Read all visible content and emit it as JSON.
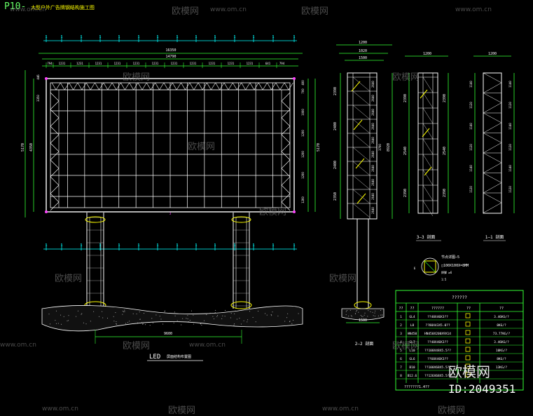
{
  "title": {
    "prefix": "P10-",
    "main": "大型户外广告牌钢结构施工图"
  },
  "main_view": {
    "overall_width": "16350",
    "frame_width": "14790",
    "bays": [
      "794",
      "1231",
      "1231",
      "1231",
      "1231",
      "1231",
      "1231",
      "1231",
      "1231",
      "1231",
      "1231",
      "1231",
      "641",
      "794"
    ],
    "left_dims": [
      "446",
      "3350",
      "4350",
      "5170"
    ],
    "right_dims": [
      "400",
      "700",
      "1000",
      "1200",
      "1200",
      "1200",
      "1260"
    ],
    "base_width": "9600",
    "caption_en": "LED",
    "caption_cn": "屏面结构布置图"
  },
  "section_2": {
    "top_dims": [
      "1200",
      "1020",
      "1500"
    ],
    "side_dims": [
      "2390",
      "2400",
      "2400",
      "2350"
    ],
    "total": "8920",
    "members": [
      "2640",
      "2640",
      "2640",
      "2640",
      "2640",
      "2640",
      "2640",
      "2640",
      "2640",
      "2640"
    ],
    "base": "1500",
    "caption": "2—2 剖面"
  },
  "section_3": {
    "top": "1200",
    "side_dims": [
      "2390",
      "2540",
      "2390"
    ],
    "caption": "3—3 剖面"
  },
  "section_1": {
    "top": "1200",
    "side_dims": [
      "1140",
      "1120",
      "1140",
      "1120",
      "1140",
      "1120"
    ],
    "caption": "1—1 剖面"
  },
  "detail": {
    "label": "节点详图—5",
    "spec": "□100X100X=8MM",
    "note": "焊脚 ≥6",
    "scale": "1:5"
  },
  "material_table": {
    "title": "??????",
    "headers": [
      "??",
      "??",
      "??????",
      "??",
      "??"
    ],
    "rows": [
      [
        "1",
        "GL4",
        "??40X40X3??",
        "",
        "3.46KG/?"
      ],
      [
        "2",
        "L8",
        "??80X43X5.0??",
        "",
        "8KG/?"
      ],
      [
        "3",
        "HN450",
        "HN450X200X9X14",
        "",
        "73.77KG/?"
      ],
      [
        "4",
        "GL7",
        "??40X40X3??",
        "",
        "3.46KG/?"
      ],
      [
        "5",
        "L10",
        "??100X48X5.5??",
        "",
        "10KG/?"
      ],
      [
        "6",
        "GL6",
        "??60X40X3??",
        "",
        "8KG/?"
      ],
      [
        "7",
        "B10",
        "??100X68X5.5??",
        "",
        "13KG/?"
      ],
      [
        "8",
        "B12.6",
        "??126X68X5.5??",
        "",
        ""
      ]
    ],
    "footer": "???????1.4??"
  },
  "watermarks": {
    "brand": "欧模网",
    "site": "www.om.cn",
    "id": "ID:2049351"
  }
}
